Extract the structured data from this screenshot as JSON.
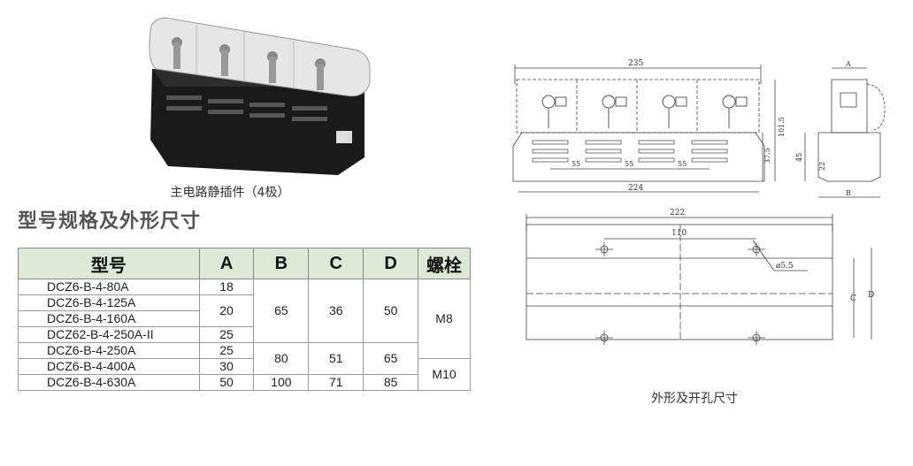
{
  "photo_caption": "主电路静插件（4极）",
  "section_title": "型号规格及外形尺寸",
  "table": {
    "headers": [
      "型号",
      "A",
      "B",
      "C",
      "D",
      "螺栓"
    ],
    "models": [
      "DCZ6-B-4-80A",
      "DCZ6-B-4-125A",
      "DCZ6-B-4-160A",
      "DCZ62-B-4-250A-II",
      "DCZ6-B-4-250A",
      "DCZ6-B-4-400A",
      "DCZ6-B-4-630A"
    ],
    "a_values": [
      "18",
      "20",
      "25",
      "25",
      "30",
      "50"
    ],
    "b_values": [
      "65",
      "80",
      "100"
    ],
    "c_values": [
      "36",
      "51",
      "71"
    ],
    "d_values": [
      "50",
      "65",
      "85"
    ],
    "bolts": [
      "M8",
      "M10"
    ]
  },
  "drawing_top": {
    "dim_235": "235",
    "dim_224": "224",
    "dim_55": "55",
    "dim_101_5": "101.5",
    "dim_37_5": "37.5",
    "dim_45": "45",
    "dim_22": "22",
    "label_a": "A",
    "label_b": "B"
  },
  "drawing_bottom": {
    "dim_222": "222",
    "dim_110": "110",
    "hole_dia": "⌀5.5",
    "label_c": "C",
    "label_d": "D"
  },
  "drawing_caption": "外形及开孔尺寸"
}
